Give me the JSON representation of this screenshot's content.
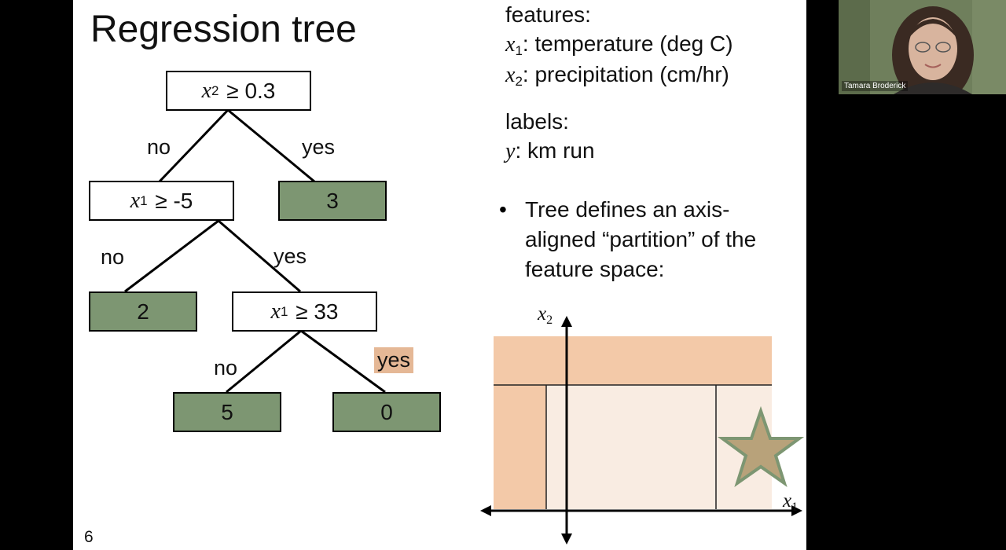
{
  "slide": {
    "title": "Regression tree",
    "page_number": "6",
    "tree": {
      "root": {
        "var": "x",
        "sub": "2",
        "op": "≥ 0.3"
      },
      "node_left": {
        "var": "x",
        "sub": "1",
        "op": "≥ -5"
      },
      "node_mid": {
        "var": "x",
        "sub": "1",
        "op": "≥ 33"
      },
      "leaves": {
        "a": "3",
        "b": "2",
        "c": "5",
        "d": "0"
      },
      "edges": {
        "no1": "no",
        "yes1": "yes",
        "no2": "no",
        "yes2": "yes",
        "no3": "no",
        "yes3": "yes"
      }
    },
    "features": {
      "heading": "features:",
      "x1": {
        "var": "x",
        "sub": "1",
        "text": ": temperature (deg C)"
      },
      "x2": {
        "var": "x",
        "sub": "2",
        "text": ": precipitation (cm/hr)"
      }
    },
    "labels": {
      "heading": "labels:",
      "y": {
        "var": "y",
        "text": ": km run"
      }
    },
    "bullet": {
      "symbol": "•",
      "text": "Tree defines an axis-aligned “partition” of the feature space:"
    },
    "plot": {
      "x_axis": {
        "var": "x",
        "sub": "1"
      },
      "y_axis": {
        "var": "x",
        "sub": "2"
      }
    }
  },
  "colors": {
    "leaf_green": "#7d9672",
    "highlight_peach": "#e5b896",
    "region_dark": "#f3c9a8",
    "region_light": "#f9ece2",
    "star_fill": "#b8a27a",
    "star_stroke": "#7d9672"
  },
  "webcam": {
    "name": "Tamara Broderick"
  }
}
